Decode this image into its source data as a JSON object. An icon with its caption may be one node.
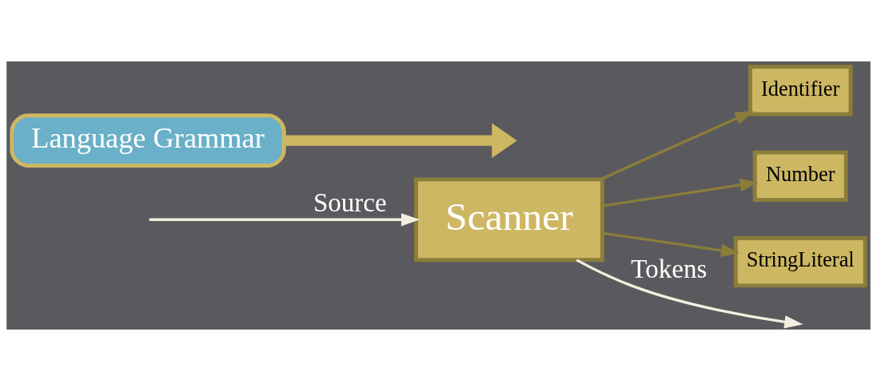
{
  "diagram": {
    "nodes": [
      {
        "text": [
          "Scanner"
        ]
      },
      {
        "text": [
          "Identifier"
        ]
      },
      {
        "text": [
          "Number"
        ]
      },
      {
        "text": [
          "StringLiteral"
        ]
      },
      {
        "text": [
          "Language Grammar"
        ]
      }
    ],
    "edges": [
      {
        "from": null,
        "to": 0,
        "arrow": "to",
        "label": "Source",
        "color": "#f3efe0"
      },
      {
        "from": 0,
        "to": null,
        "arrow": "to",
        "label": "Tokens",
        "color": "#f3efe0"
      },
      {
        "from": 0,
        "to": 1,
        "arrow": "to"
      },
      {
        "from": 0,
        "to": 2,
        "arrow": "to"
      },
      {
        "from": 0,
        "to": 3,
        "arrow": "to"
      },
      {
        "from": 4,
        "to": null,
        "arrow": "to",
        "style": "thick",
        "color": "#cdb763"
      }
    ]
  }
}
